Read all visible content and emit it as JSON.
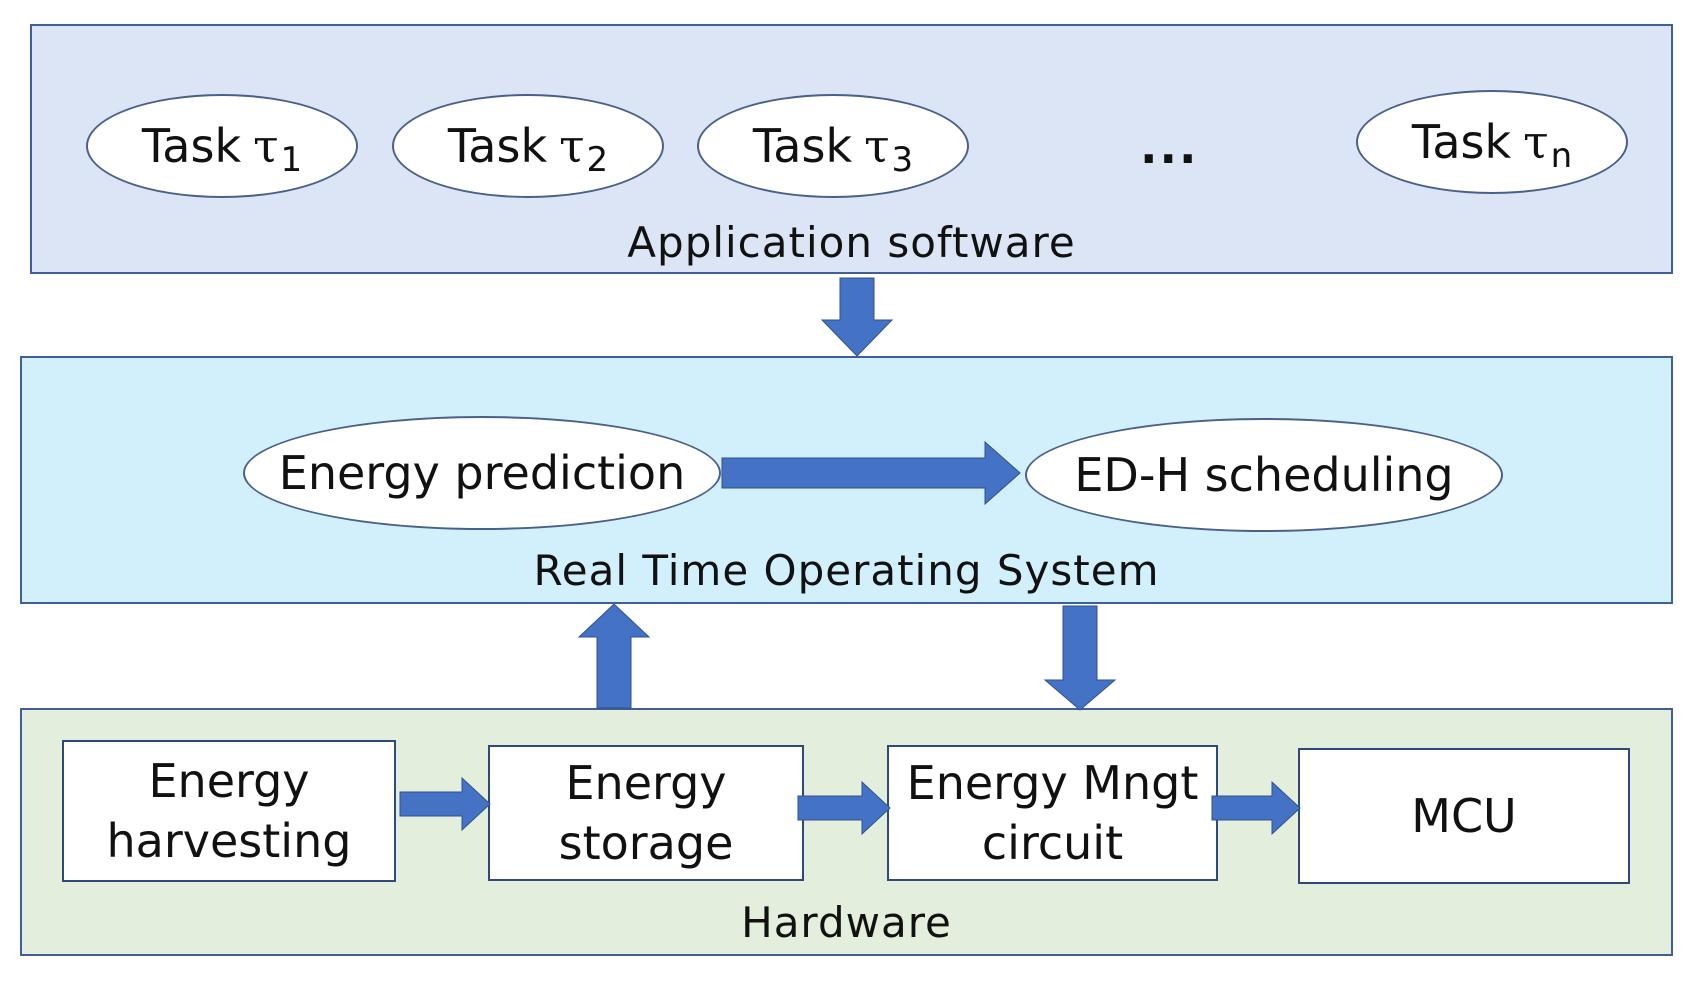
{
  "colors": {
    "application_bg": "#dce5f5",
    "rtos_bg": "#d2f0fb",
    "hardware_bg": "#e3efdc",
    "arrow": "#4472c4",
    "border": "#3f5f96"
  },
  "application": {
    "label": "Application software",
    "tasks": [
      {
        "prefix": "Task",
        "symbol": "τ",
        "sub": "1"
      },
      {
        "prefix": "Task",
        "symbol": "τ",
        "sub": "2"
      },
      {
        "prefix": "Task",
        "symbol": "τ",
        "sub": "3"
      },
      {
        "prefix": "Task",
        "symbol": "τ",
        "sub": "n"
      }
    ],
    "ellipsis": "..."
  },
  "rtos": {
    "label": "Real Time Operating System",
    "energy_prediction": "Energy prediction",
    "scheduling": "ED-H scheduling"
  },
  "hardware": {
    "label": "Hardware",
    "blocks": [
      {
        "line1": "Energy",
        "line2": "harvesting"
      },
      {
        "line1": "Energy",
        "line2": "storage"
      },
      {
        "line1": "Energy Mngt",
        "line2": "circuit"
      },
      {
        "line1": "MCU",
        "line2": ""
      }
    ]
  }
}
